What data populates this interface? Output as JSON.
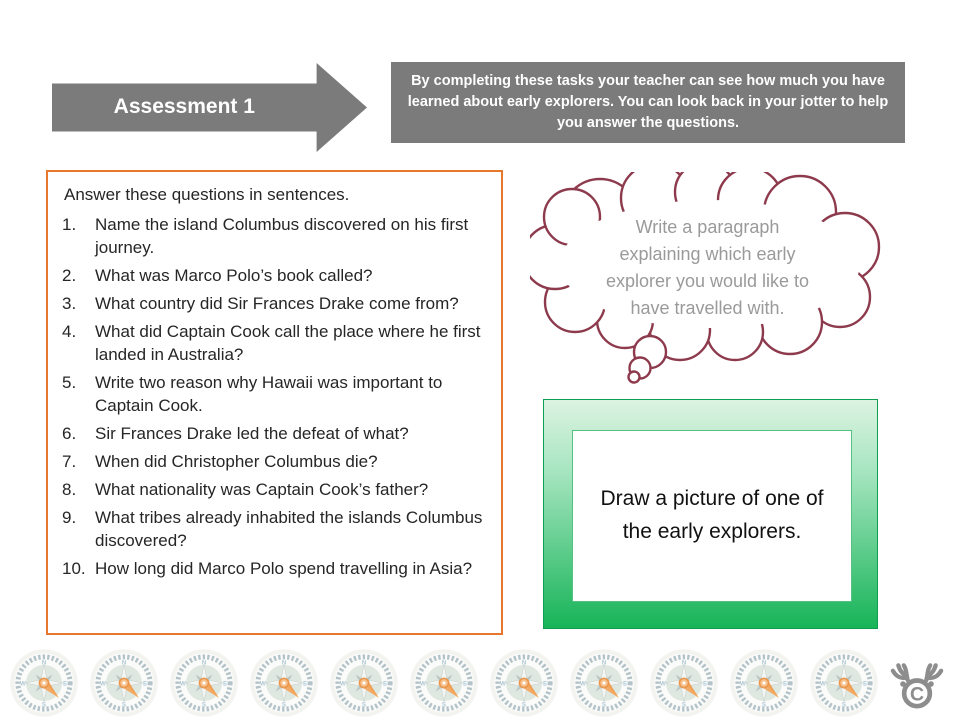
{
  "banner": {
    "label": "Assessment 1",
    "color": "#7b7b7b"
  },
  "info_box": {
    "text": "By completing these tasks your teacher can see how much you have learned about early explorers. You can look back in your jotter to help you answer the questions.",
    "color": "#7b7b7b"
  },
  "question_box": {
    "border_color": "#e8772e",
    "intro": "Answer these questions in sentences.",
    "items": [
      {
        "num": "1.",
        "text": "Name the island Columbus discovered on his first journey."
      },
      {
        "num": "2.",
        "text": "What was Marco Polo’s book called?"
      },
      {
        "num": "3.",
        "text": "What country did Sir Frances Drake come from?"
      },
      {
        "num": "4.",
        "text": "What did Captain Cook call the place where he first landed in Australia?"
      },
      {
        "num": "5.",
        "text": "Write two reason why Hawaii was important to Captain Cook."
      },
      {
        "num": "6.",
        "text": "Sir Frances Drake led the defeat of what?"
      },
      {
        "num": "7.",
        "text": "When did Christopher Columbus die?"
      },
      {
        "num": "8.",
        "text": "What nationality was Captain Cook’s father?"
      },
      {
        "num": "9.",
        "text": "What tribes already inhabited the islands Columbus discovered?"
      },
      {
        "num": "10.",
        "text": "How long did Marco Polo spend travelling in Asia?"
      }
    ]
  },
  "thought_bubble": {
    "text": "Write a paragraph explaining which early explorer you would like to have travelled with.",
    "outline_color": "#8d3a4d",
    "text_color": "#9a9a9a"
  },
  "draw_box": {
    "text": "Draw a picture of one of the early explorers.",
    "gradient_top": "#dcf3e1",
    "gradient_bottom": "#17b458",
    "border_color": "#0ea050"
  },
  "footer": {
    "compass_count": 11,
    "compass_icon_name": "compass-icon",
    "logo_name": "moose-copyright-logo",
    "needle_color": "#f3a659",
    "logo_color": "#8d8d8d"
  }
}
